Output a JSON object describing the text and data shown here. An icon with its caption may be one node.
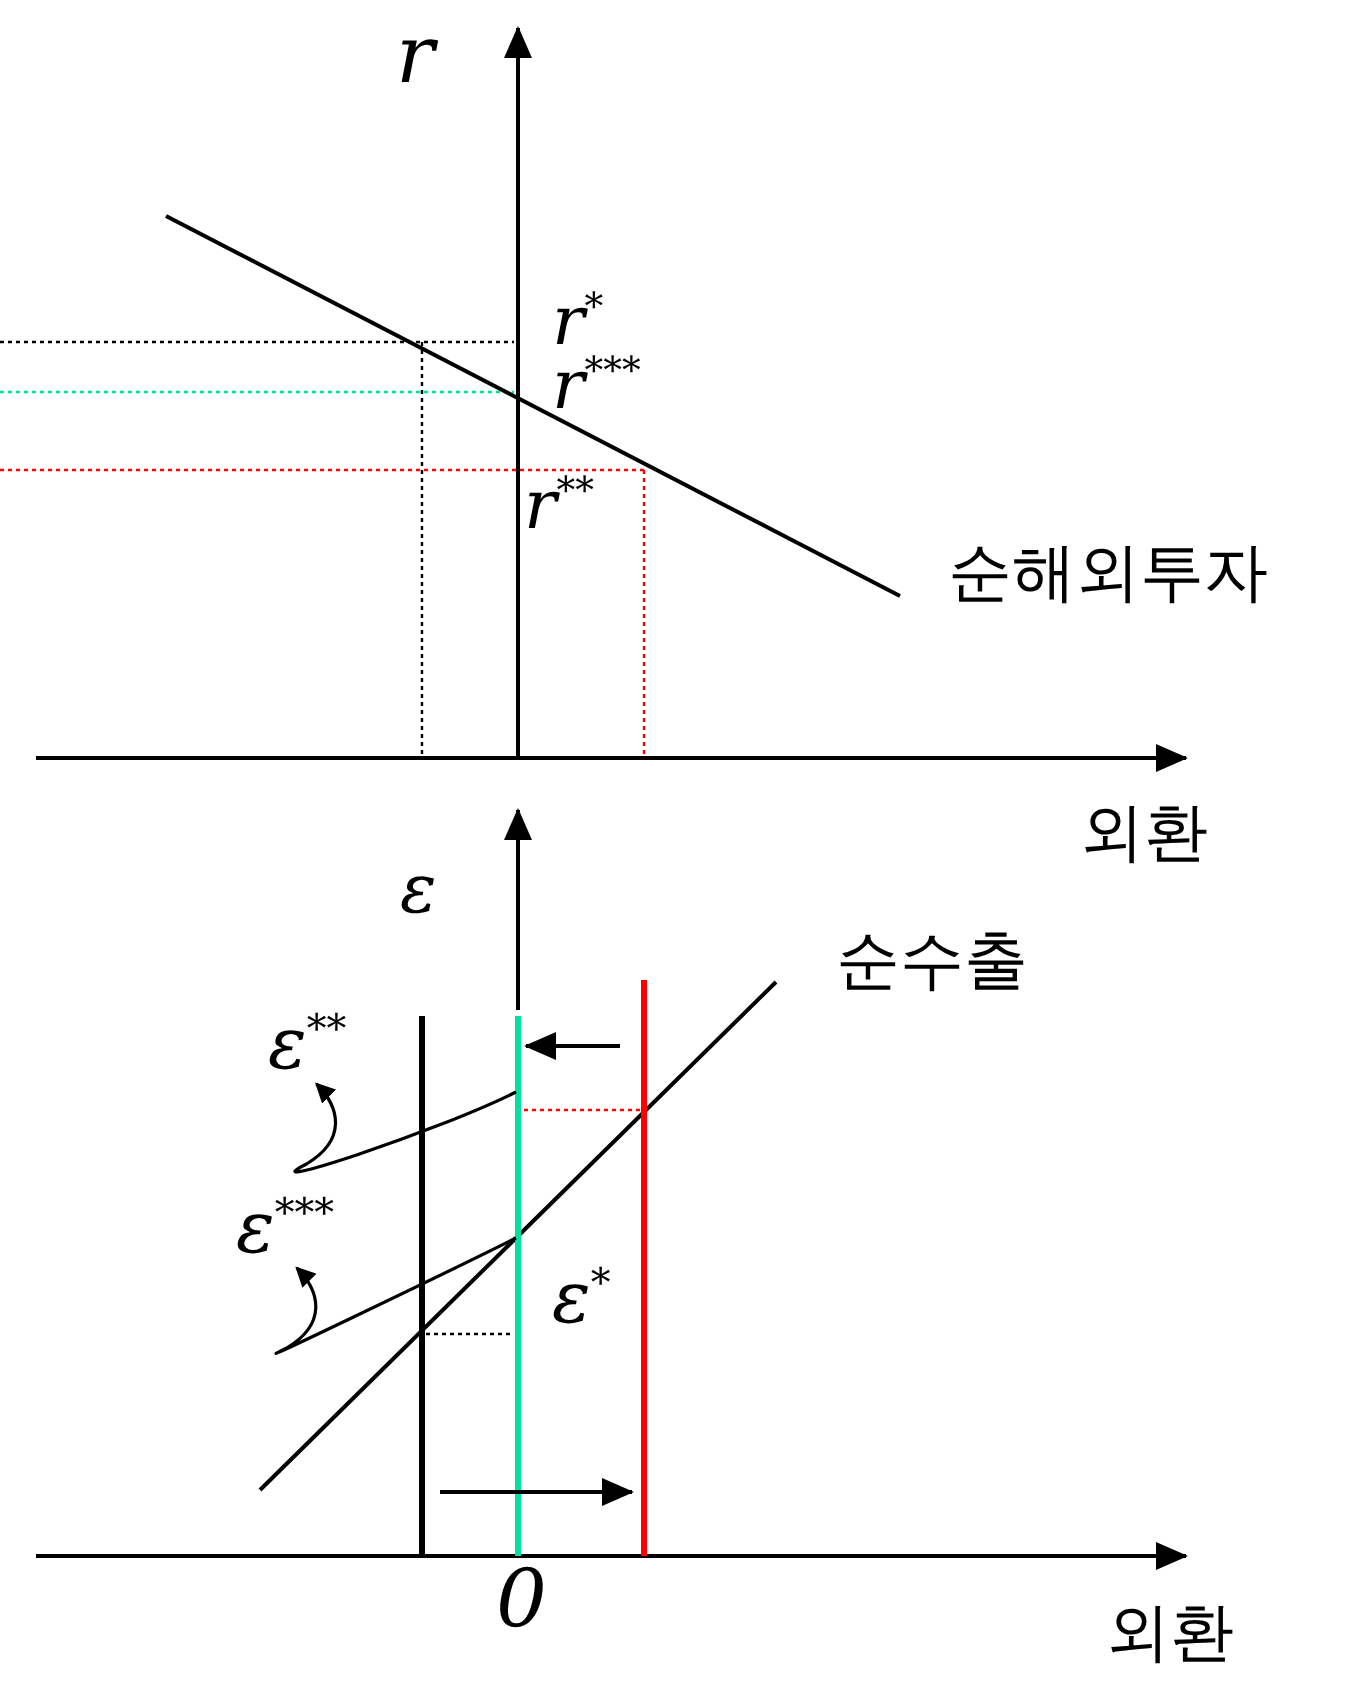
{
  "diagram": {
    "nodes": [
      {
        "text": [
          "ε$^{**}$"
        ]
      },
      {
        "text": [
          "ε$^{***}$"
        ]
      }
    ],
    "edges": [
      {
        "from": null,
        "to": 0,
        "arrow": "to"
      },
      {
        "from": null,
        "to": 1,
        "arrow": "to"
      }
    ],
    "labels": [
      "r",
      "r$^{*}$",
      "r$^{***}$",
      "r$^{**}$",
      "순해외투자",
      "외환",
      "ε",
      "순수출",
      "ε$^{*}$",
      "0",
      "외환"
    ]
  }
}
